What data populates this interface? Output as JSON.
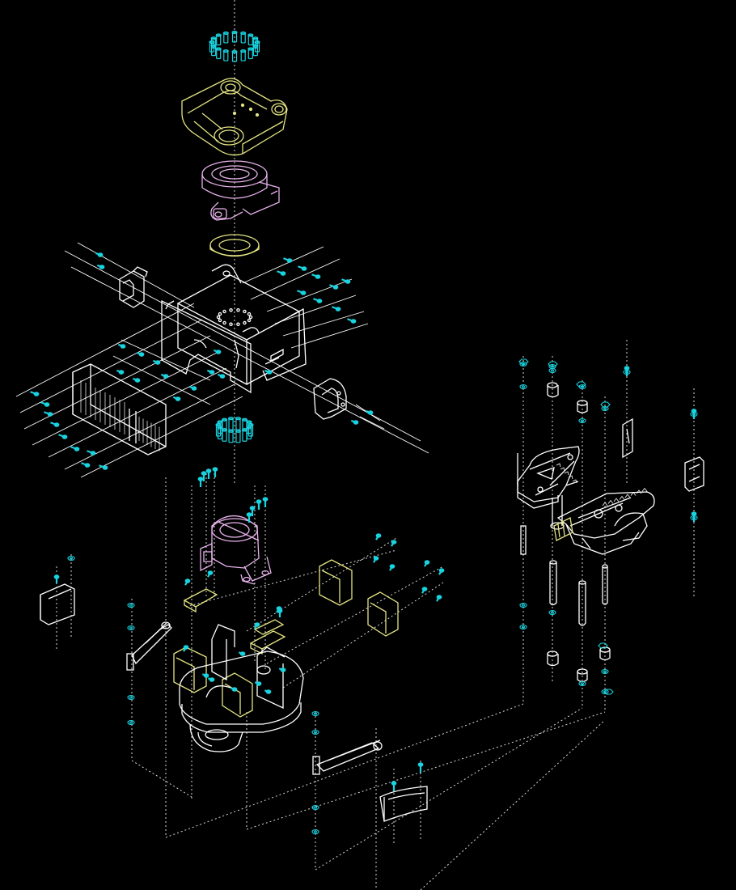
{
  "drawing": {
    "background": "#000000",
    "colors": {
      "line": "#ffffff",
      "fastener": "#19d3e0",
      "yellow_part": "#e4e483",
      "pink_part": "#e8b3ec",
      "guide": "#d9d9d9"
    },
    "components": [
      {
        "id": "bolt-ring-top",
        "color": "fastener"
      },
      {
        "id": "mount-bracket",
        "color": "yellow_part"
      },
      {
        "id": "slew-drive",
        "color": "pink_part"
      },
      {
        "id": "bearing-washer",
        "color": "yellow_part"
      },
      {
        "id": "main-frame",
        "color": "line"
      },
      {
        "id": "cross-beam",
        "color": "line"
      },
      {
        "id": "motor-block",
        "color": "line"
      },
      {
        "id": "bolt-ring-lower",
        "color": "fastener"
      },
      {
        "id": "rotator-motor",
        "color": "pink_part"
      },
      {
        "id": "wear-pads",
        "color": "yellow_part"
      },
      {
        "id": "base-plate",
        "color": "line"
      },
      {
        "id": "hydraulic-cylinders",
        "color": "line"
      },
      {
        "id": "grapple-arm-assembly",
        "color": "line"
      },
      {
        "id": "pins-and-bushings",
        "color": "line"
      },
      {
        "id": "side-shield",
        "color": "line"
      },
      {
        "id": "tine-bracket",
        "color": "line"
      }
    ]
  }
}
